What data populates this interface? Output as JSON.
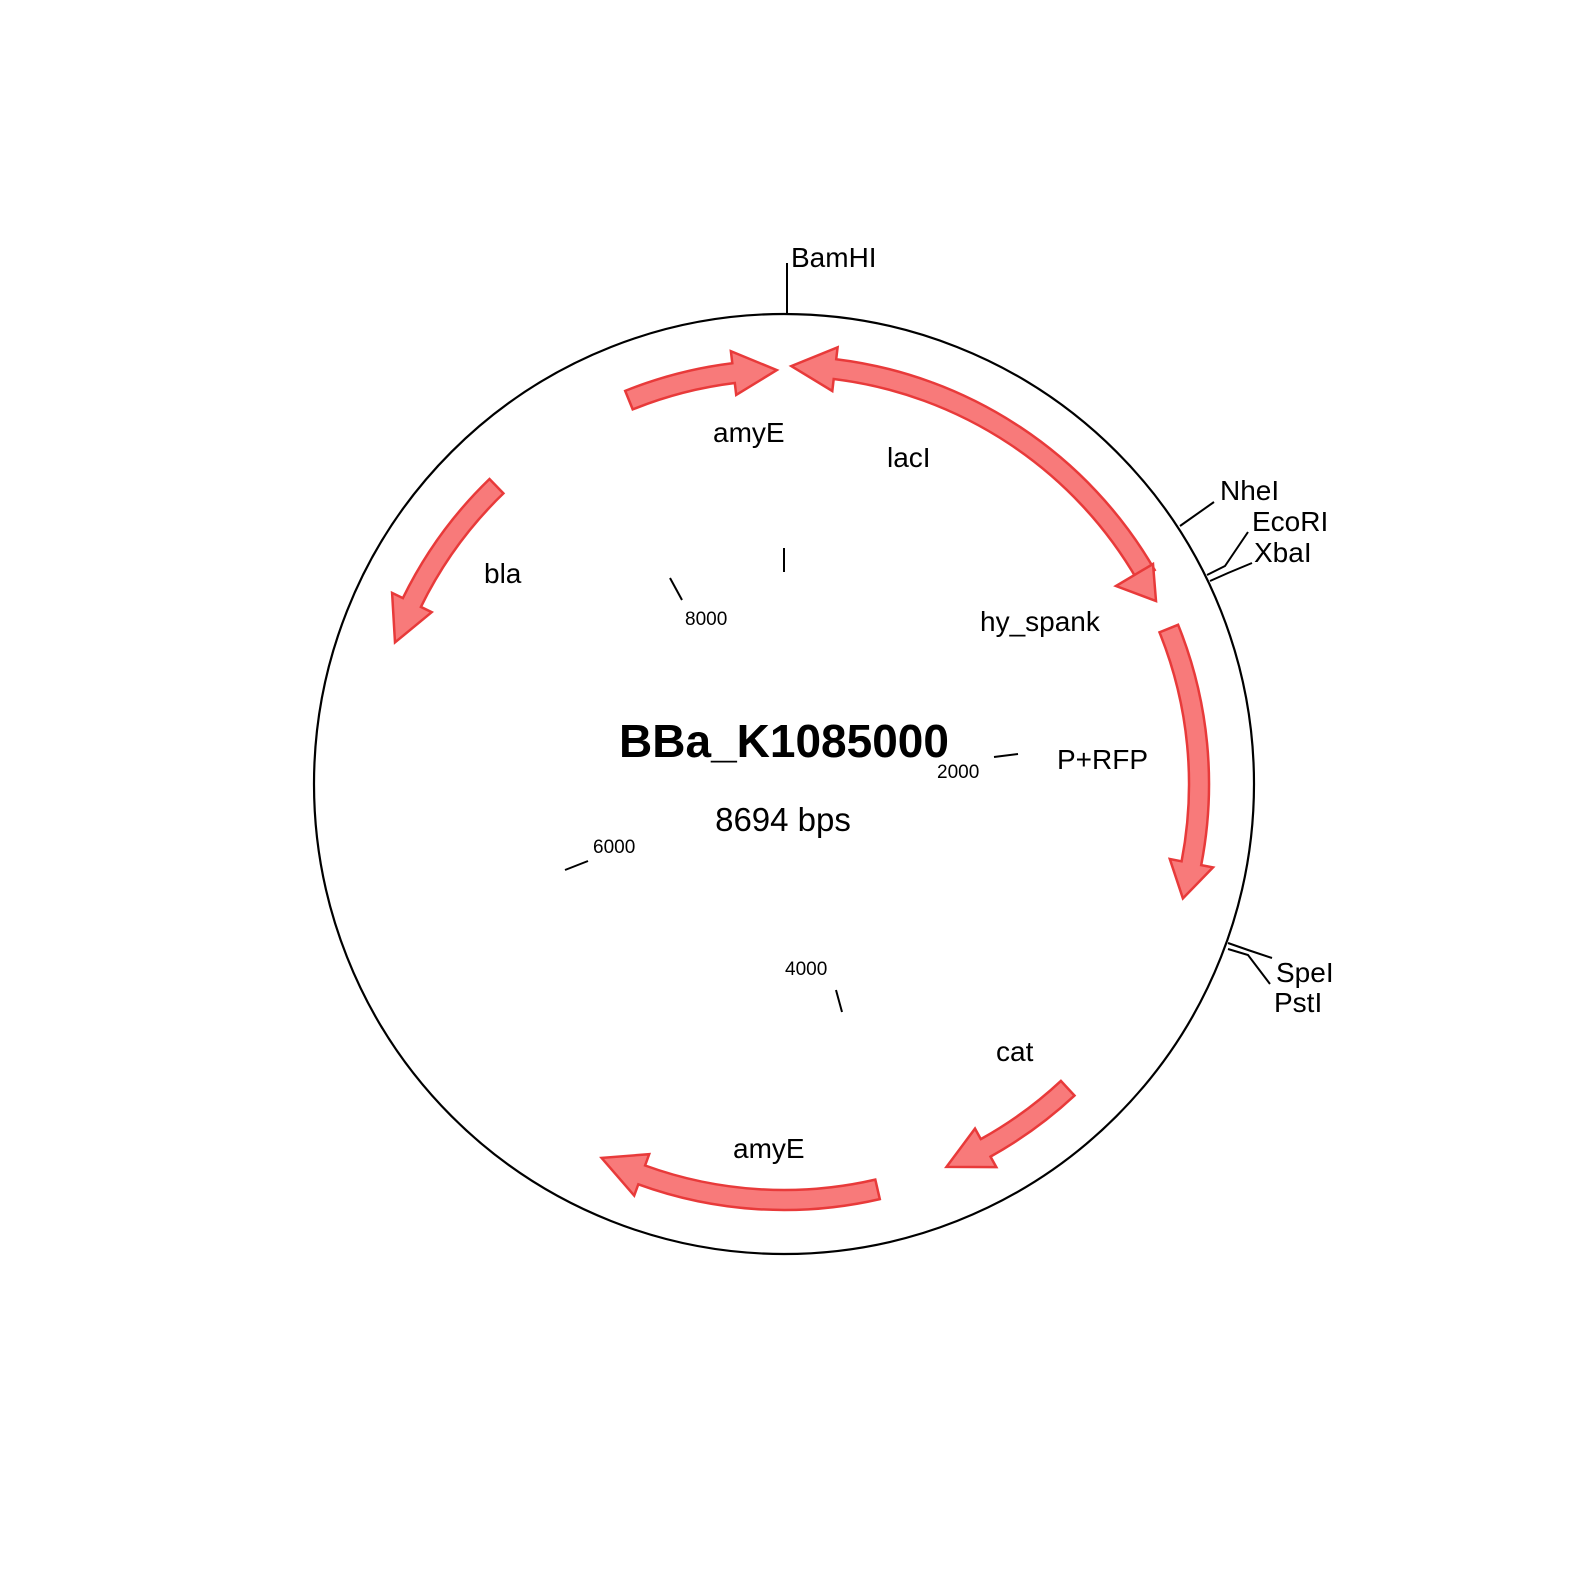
{
  "plasmid": {
    "name": "BBa_K1085000",
    "length_label": "8694 bps",
    "length_bp": 8694
  },
  "colors": {
    "feature_fill": "#f87a7a",
    "feature_stroke": "#e83a3a",
    "line": "#000000"
  },
  "restriction_sites": [
    {
      "id": "bamhi",
      "label": "BamHI"
    },
    {
      "id": "nhei",
      "label": "NheI"
    },
    {
      "id": "ecori",
      "label": "EcoRI"
    },
    {
      "id": "xbai",
      "label": "XbaI"
    },
    {
      "id": "spei",
      "label": "SpeI"
    },
    {
      "id": "psti",
      "label": "PstI"
    }
  ],
  "features": [
    {
      "id": "amye-1",
      "label": "amyE"
    },
    {
      "id": "laci",
      "label": "lacI"
    },
    {
      "id": "bla",
      "label": "bla"
    },
    {
      "id": "hy-spank",
      "label": "hy_spank"
    },
    {
      "id": "p-rfp",
      "label": "P+RFP"
    },
    {
      "id": "cat",
      "label": "cat"
    },
    {
      "id": "amye-2",
      "label": "amyE"
    }
  ],
  "ticks": [
    {
      "id": "tick-2000",
      "label": "2000"
    },
    {
      "id": "tick-4000",
      "label": "4000"
    },
    {
      "id": "tick-6000",
      "label": "6000"
    },
    {
      "id": "tick-8000",
      "label": "8000"
    }
  ]
}
